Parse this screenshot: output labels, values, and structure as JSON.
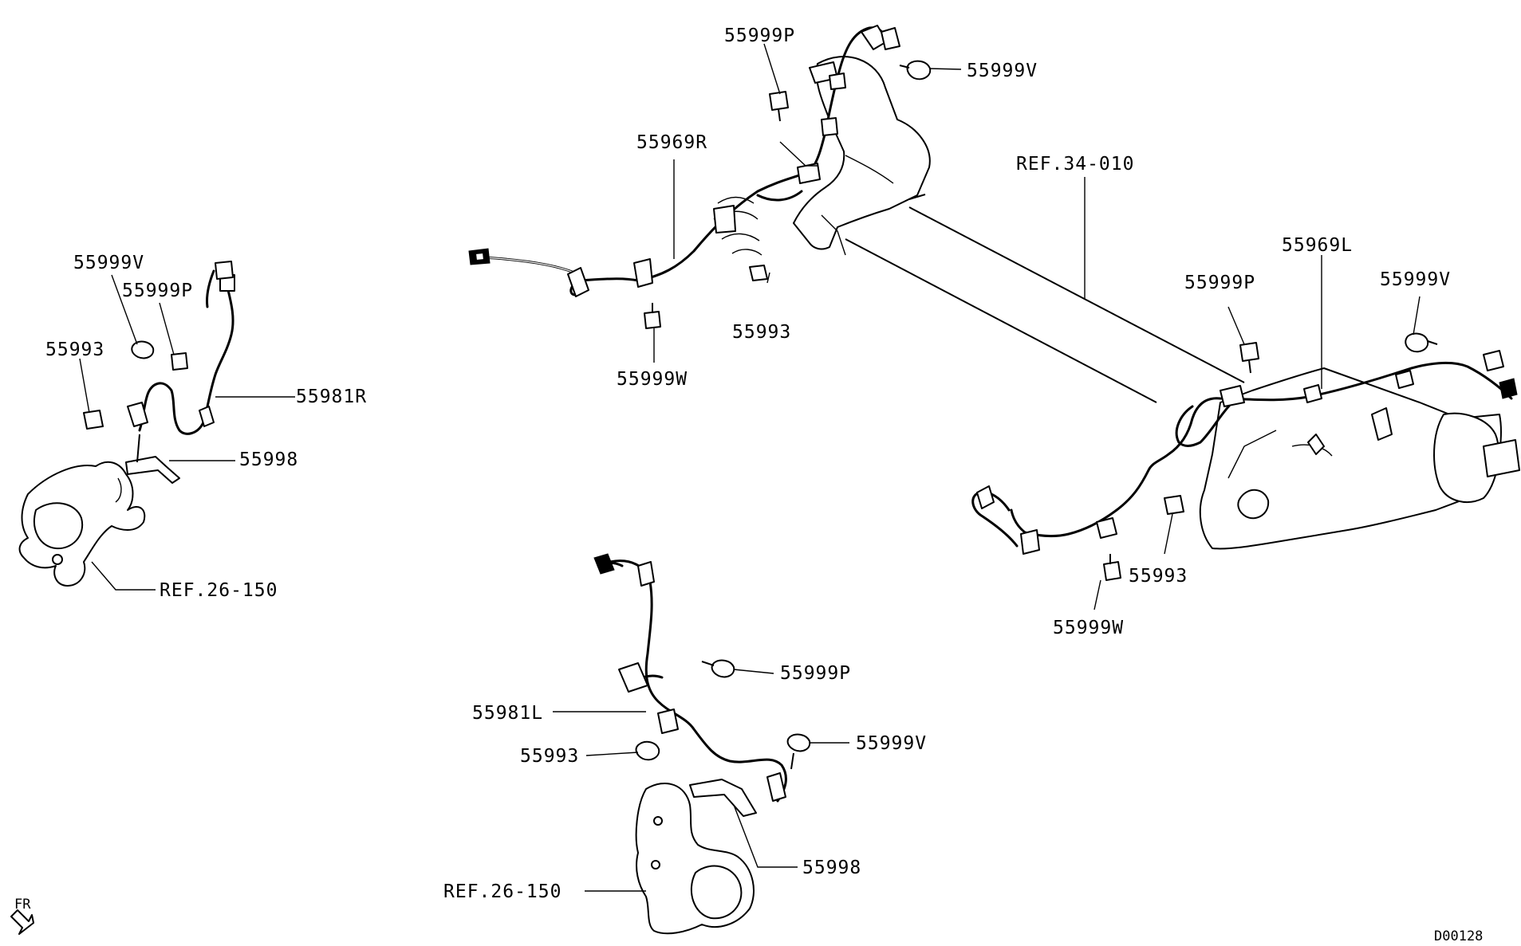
{
  "diagram": {
    "labels": {
      "p55999P_top": "55999P",
      "p55999V_top": "55999V",
      "p55969R": "55969R",
      "ref34": "REF.34-010",
      "p55993_center": "55993",
      "p55999W_center": "55999W",
      "p55999V_left": "55999V",
      "p55999P_left": "55999P",
      "p55993_left": "55993",
      "p55981R": "55981R",
      "p55998_left": "55998",
      "ref26_left": "REF.26-150",
      "p55969L": "55969L",
      "p55999P_right": "55999P",
      "p55999V_right": "55999V",
      "p55993_right": "55993",
      "p55999W_right": "55999W",
      "p55999P_bottom": "55999P",
      "p55981L": "55981L",
      "p55993_bottom": "55993",
      "p55999V_bottom": "55999V",
      "p55998_bottom": "55998",
      "ref26_bottom": "REF.26-150",
      "fr": "FR",
      "drawing_code": "D00128"
    },
    "icons": {
      "front_arrow": "front-direction-arrow-icon"
    },
    "colors": {
      "ink": "#000000",
      "paper": "#ffffff"
    }
  }
}
